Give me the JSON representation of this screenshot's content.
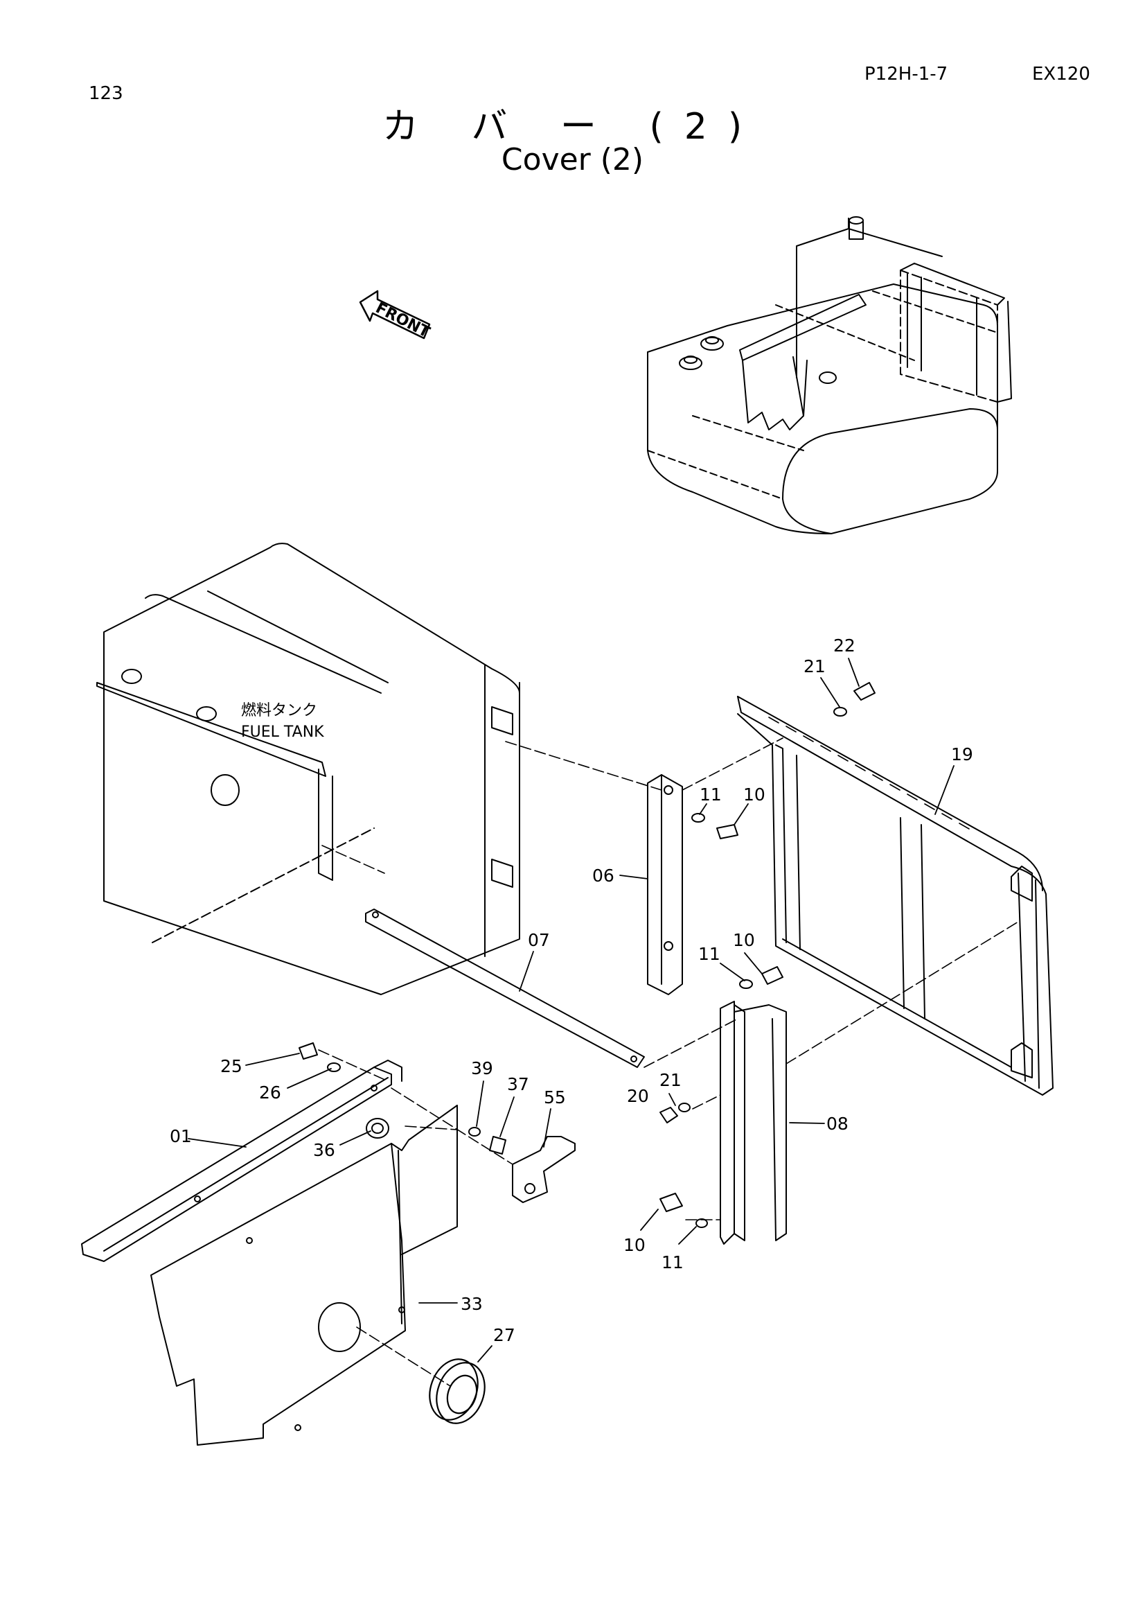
{
  "header": {
    "page_number": "123",
    "doc_code": "P12H-1-7",
    "model": "EX120"
  },
  "title": {
    "japanese": "カ バ ー (2)",
    "english": "Cover (2)"
  },
  "direction_label": "FRONT",
  "component_labels": {
    "fuel_tank_jp": "燃料タンク",
    "fuel_tank_en": "FUEL TANK"
  },
  "callouts": [
    "22",
    "21",
    "19",
    "11",
    "10",
    "06",
    "07",
    "11",
    "10",
    "39",
    "37",
    "55",
    "25",
    "26",
    "21",
    "20",
    "08",
    "01",
    "36",
    "10",
    "11",
    "33",
    "27"
  ]
}
